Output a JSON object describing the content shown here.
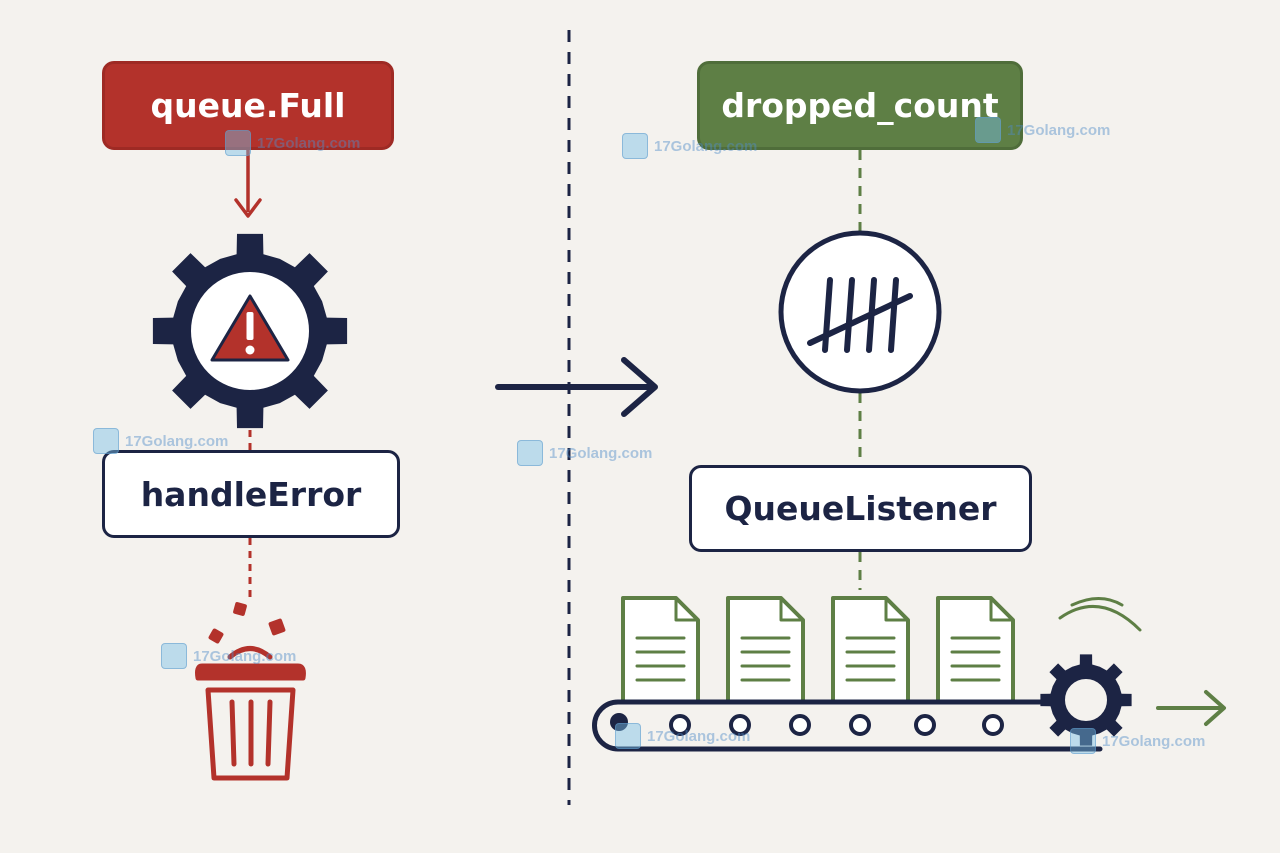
{
  "left": {
    "error_label": "queue.Full",
    "handler_label": "handleError"
  },
  "right": {
    "counter_label": "dropped_count",
    "listener_label": "QueueListener"
  },
  "watermark": {
    "text": "17Golang.com"
  },
  "colors": {
    "red": "#b3322b",
    "green": "#5e7f45",
    "navy": "#1c2444",
    "background": "#f4f2ee"
  },
  "icons": {
    "left_flow": [
      "arrow-down-icon",
      "gear-warning-icon",
      "trash-can-icon"
    ],
    "right_flow": [
      "tally-counter-icon",
      "document-icon",
      "conveyor-belt-icon",
      "gear-icon",
      "arrow-right-icon"
    ]
  }
}
